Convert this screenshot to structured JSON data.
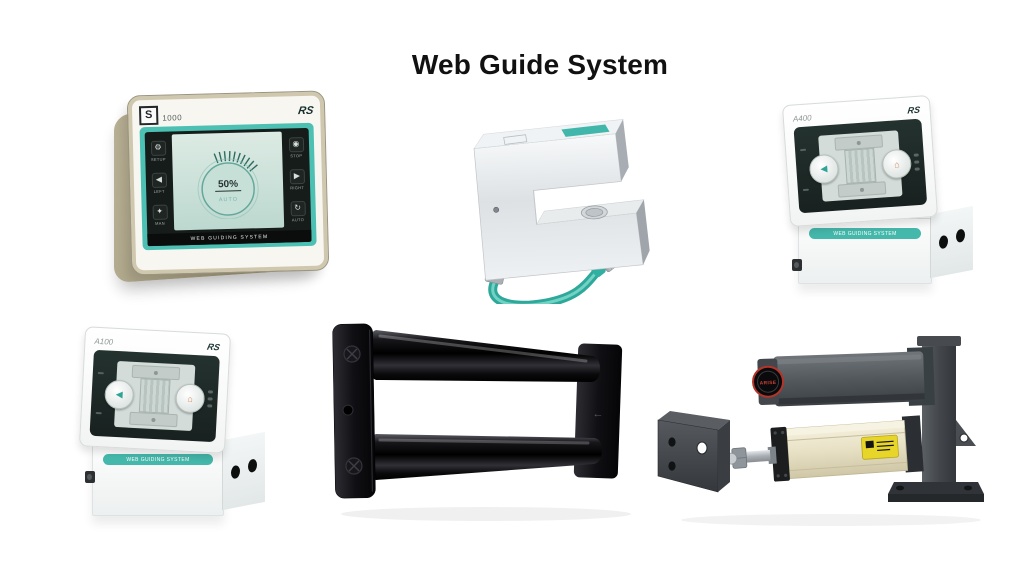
{
  "page": {
    "title": "Web Guide System",
    "background": "#ffffff",
    "title_color": "#111111"
  },
  "colors": {
    "teal": "#45b8ac",
    "teal_light": "#7fd9cc",
    "screen_dark": "#161c1a",
    "screen_panel": "#c6e0d8",
    "khaki_case": "#a59d80",
    "chrome": "#d9dde0",
    "gloss_black": "#0a0a0c",
    "motor_gray": "#53585c",
    "cream_body": "#e9e2c8",
    "badge_red": "#cf4437",
    "label_yellow": "#e8d52a"
  },
  "products": {
    "s1000": {
      "brand_letter": "S",
      "model": "1000",
      "logo_text": "RS",
      "screen": {
        "value": "50%",
        "mode": "AUTO",
        "footer": "WEB GUIDING SYSTEM",
        "left_buttons": [
          {
            "glyph": "⚙",
            "label": "SETUP"
          },
          {
            "glyph": "◀",
            "label": "LEFT"
          },
          {
            "glyph": "✦",
            "label": "MAN"
          }
        ],
        "right_buttons": [
          {
            "glyph": "◉",
            "label": "STOP"
          },
          {
            "glyph": "▶",
            "label": "RIGHT"
          },
          {
            "glyph": "↻",
            "label": "AUTO"
          }
        ]
      }
    },
    "a400": {
      "model": "A400",
      "logo_text": "RS",
      "band_text": "WEB GUIDING SYSTEM",
      "knob_left_glyph": "◀",
      "knob_right_glyph": "⌂"
    },
    "a100": {
      "model": "A100",
      "logo_text": "RS",
      "band_text": "WEB GUIDING SYSTEM",
      "knob_left_glyph": "◀",
      "knob_right_glyph": "⌂"
    },
    "frame": {
      "arrow_glyph": "←"
    },
    "actuator": {
      "badge_text": "ARISE"
    }
  }
}
